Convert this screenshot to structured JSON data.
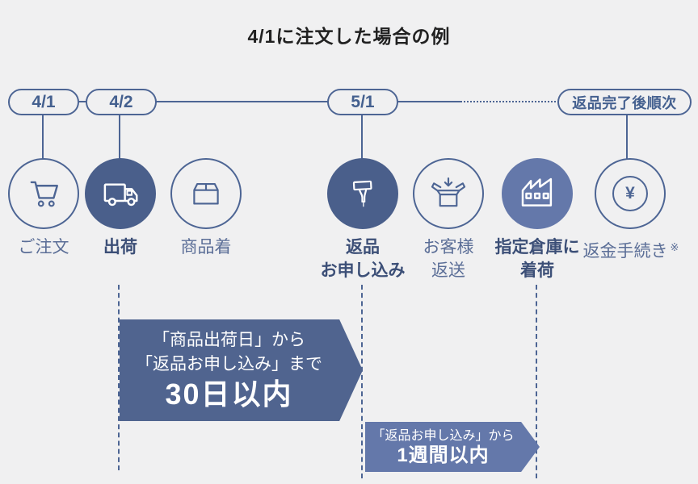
{
  "title": "4/1に注文した場合の例",
  "colors": {
    "background": "#f0f0f1",
    "stroke_blue": "#4d6594",
    "dark_circle_fill": "#4a5f8b",
    "medium_circle_fill": "#6478aa",
    "banner_dark_fill": "#50648f",
    "banner_medium_fill": "#6478aa",
    "label_regular": "#5b6e97",
    "label_emphasis": "#3c4f77",
    "banner_text": "#ffffff",
    "title_color": "#212121"
  },
  "timeline": {
    "pills": [
      {
        "label": "4/1"
      },
      {
        "label": "4/2"
      },
      {
        "label": "5/1"
      },
      {
        "label": "返品完了後順次"
      }
    ]
  },
  "steps": [
    {
      "icon": "cart-icon",
      "label1": "ご注文",
      "label2": "",
      "emphasis": false,
      "circle": "outline"
    },
    {
      "icon": "truck-icon",
      "label1": "出荷",
      "label2": "",
      "emphasis": true,
      "circle": "dark"
    },
    {
      "icon": "box-icon",
      "label1": "商品着",
      "label2": "",
      "emphasis": false,
      "circle": "outline"
    },
    {
      "icon": "tag-icon",
      "label1": "返品",
      "label2": "お申し込み",
      "emphasis": true,
      "circle": "dark"
    },
    {
      "icon": "open-box-icon",
      "label1": "お客様",
      "label2": "返送",
      "emphasis": false,
      "circle": "outline"
    },
    {
      "icon": "factory-icon",
      "label1": "指定倉庫に",
      "label2": "着荷",
      "emphasis": true,
      "circle": "medium"
    },
    {
      "icon": "yen-icon",
      "label1": "返金手続き",
      "label2": "",
      "note": "※",
      "emphasis": false,
      "circle": "outline"
    }
  ],
  "banners": [
    {
      "line1": "「商品出荷日」から",
      "line2": "「返品お申し込み」まで",
      "emphasis": "30日以内"
    },
    {
      "line1": "「返品お申し込み」から",
      "line2": "",
      "emphasis": "1週間以内"
    }
  ],
  "yen_symbol": "¥"
}
